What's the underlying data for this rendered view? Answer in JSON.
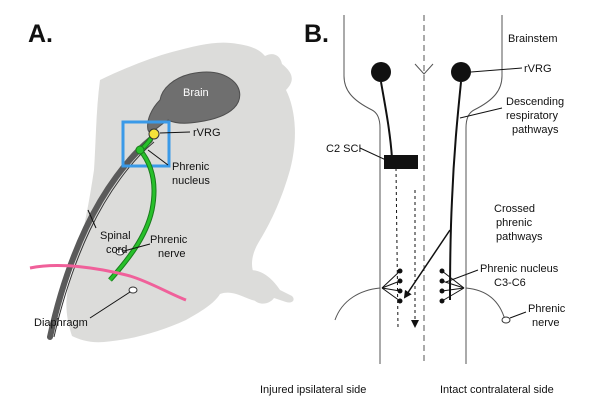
{
  "panel_a": {
    "letter": "A.",
    "labels": {
      "brain": "Brain",
      "rvrg": "rVRG",
      "phrenic_nucleus_1": "Phrenic",
      "phrenic_nucleus_2": "nucleus",
      "spinal_cord_1": "Spinal",
      "spinal_cord_2": "cord",
      "phrenic_nerve_1": "Phrenic",
      "phrenic_nerve_2": "nerve",
      "diaphragm": "Diaphragm"
    },
    "colors": {
      "rat_silhouette": "#dcdcda",
      "brain": "#6f6f6f",
      "spinal_cord": "#5a5a5a",
      "phrenic_pathway": "#27c02a",
      "rvrg_neuron": "#f5e23a",
      "highlight_box": "#3a9ae8",
      "diaphragm": "#f0609a"
    }
  },
  "panel_b": {
    "letter": "B.",
    "labels": {
      "brainstem": "Brainstem",
      "rvrg": "rVRG",
      "descending_1": "Descending",
      "descending_2": "respiratory",
      "descending_3": "pathways",
      "c2_sci": "C2 SCI",
      "crossed_1": "Crossed",
      "crossed_2": "phrenic",
      "crossed_3": "pathways",
      "phrenic_nucleus_1": "Phrenic nucleus",
      "phrenic_nucleus_2": "C3-C6",
      "phrenic_nerve_1": "Phrenic",
      "phrenic_nerve_2": "nerve",
      "injured_side": "Injured ipsilateral side",
      "intact_side": "Intact contralateral side"
    }
  }
}
